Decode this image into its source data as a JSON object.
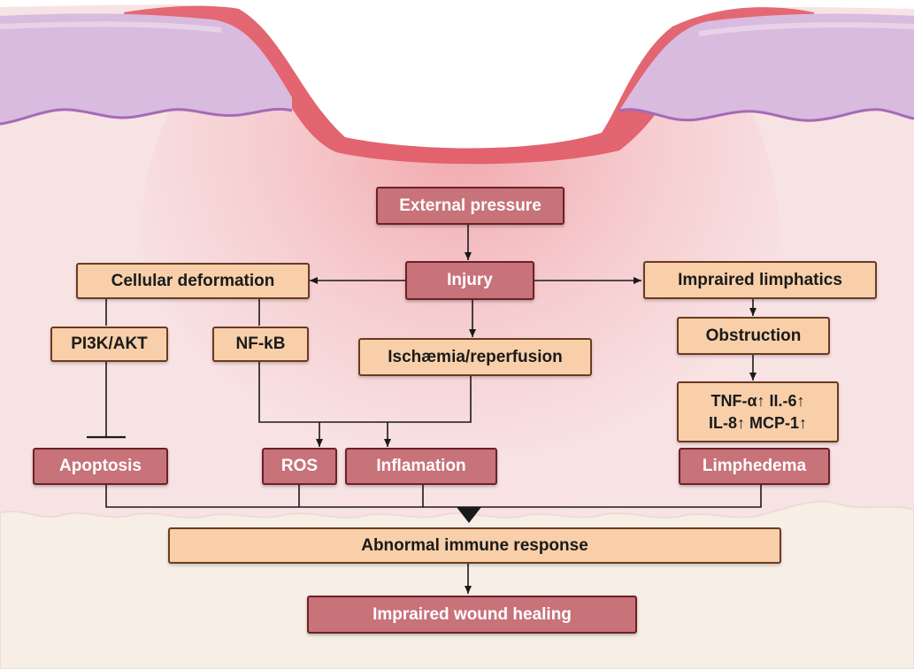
{
  "colors": {
    "dark_box_fill": "#c8727a",
    "dark_box_border": "#6b2128",
    "light_box_fill": "#f8cfa9",
    "light_box_border": "#6b3a22",
    "epidermis": "#d9b7dc",
    "wound_edge": "#e2505e",
    "dermis": "#f7d9dc",
    "subcutis": "#f7efe6",
    "arrow": "#1a1a1a"
  },
  "nodes": {
    "external_pressure": "External pressure",
    "injury": "Injury",
    "cellular_deformation": "Cellular deformation",
    "impaired_lymphatics": "Impraired limphatics",
    "pi3k_akt": "PI3K/AKT",
    "nf_kb": "NF-kB",
    "ischaemia": "Ischæmia/reperfusion",
    "obstruction": "Obstruction",
    "cytokines_line1": "TNF-α↑  II.-6↑",
    "cytokines_line2": "IL-8↑  MCP-1↑",
    "apoptosis": "Apoptosis",
    "ros": "ROS",
    "inflammation": "Inflamation",
    "lymphedema": "Limphedema",
    "abnormal_immune": "Abnormal immune response",
    "impaired_healing": "Impraired wound healing"
  }
}
